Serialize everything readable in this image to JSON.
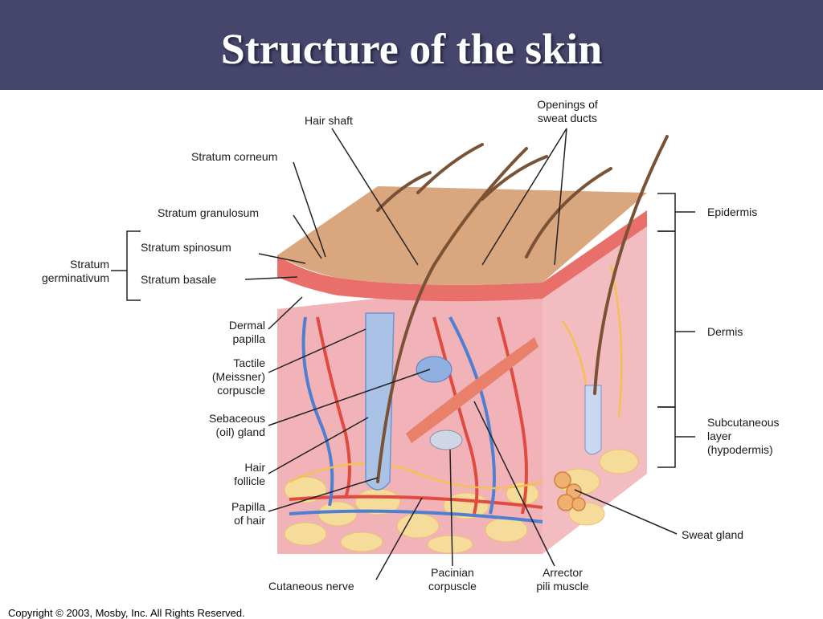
{
  "slide": {
    "title": "Structure of the skin",
    "copyright": "Copyright © 2003, Mosby, Inc. All Rights Reserved.",
    "header_color": "#46456b"
  },
  "labels": {
    "hair_shaft": "Hair shaft",
    "openings_sweat_ducts": [
      "Openings of",
      "sweat ducts"
    ],
    "stratum_corneum": "Stratum corneum",
    "stratum_granulosum": "Stratum granulosum",
    "stratum_spinosum": "Stratum spinosum",
    "stratum_basale": "Stratum basale",
    "stratum_germinativum": [
      "Stratum",
      "germinativum"
    ],
    "dermal_papilla": [
      "Dermal",
      "papilla"
    ],
    "tactile_corpuscle": [
      "Tactile",
      "(Meissner)",
      "corpuscle"
    ],
    "sebaceous_gland": [
      "Sebaceous",
      "(oil) gland"
    ],
    "hair_follicle": [
      "Hair",
      "follicle"
    ],
    "papilla_of_hair": [
      "Papilla",
      "of hair"
    ],
    "cutaneous_nerve": "Cutaneous nerve",
    "pacinian_corpuscle": [
      "Pacinian",
      "corpuscle"
    ],
    "arrector_pili": [
      "Arrector",
      "pili muscle"
    ],
    "sweat_gland": "Sweat gland",
    "epidermis": "Epidermis",
    "dermis": "Dermis",
    "subcutaneous": [
      "Subcutaneous",
      "layer",
      "(hypodermis)"
    ]
  }
}
